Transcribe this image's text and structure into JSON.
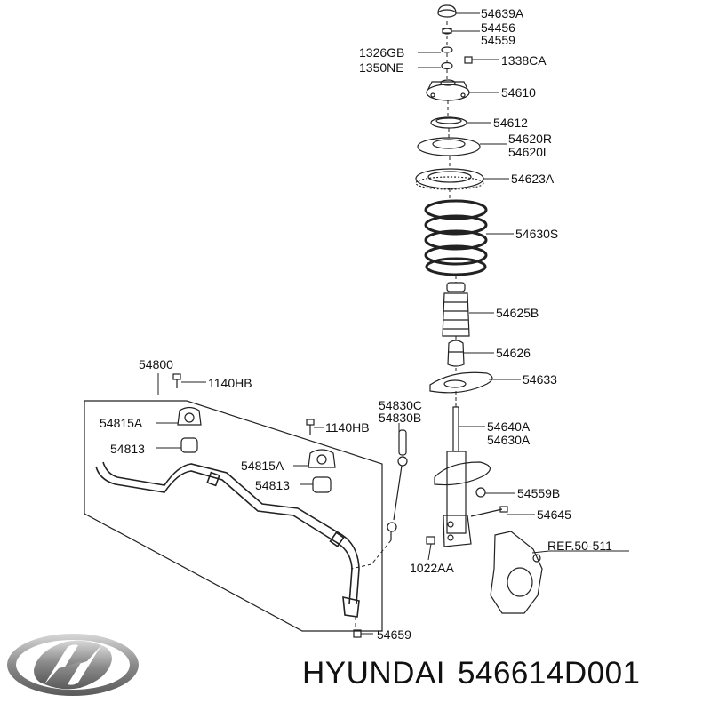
{
  "brand": {
    "name": "HYUNDAI",
    "part_number": "546614D001",
    "logo_icon": "hyundai-logo-icon"
  },
  "parts": [
    {
      "id": "p1",
      "label": "54639A"
    },
    {
      "id": "p2",
      "label": "54456"
    },
    {
      "id": "p3",
      "label": "54559"
    },
    {
      "id": "p4",
      "label": "1326GB"
    },
    {
      "id": "p5",
      "label": "1350NE"
    },
    {
      "id": "p6",
      "label": "1338CA"
    },
    {
      "id": "p7",
      "label": "54610"
    },
    {
      "id": "p8",
      "label": "54612"
    },
    {
      "id": "p9",
      "label": "54620R"
    },
    {
      "id": "p10",
      "label": "54620L"
    },
    {
      "id": "p11",
      "label": "54623A"
    },
    {
      "id": "p12",
      "label": "54630S"
    },
    {
      "id": "p13",
      "label": "54625B"
    },
    {
      "id": "p14",
      "label": "54626"
    },
    {
      "id": "p15",
      "label": "54633"
    },
    {
      "id": "p16",
      "label": "54800"
    },
    {
      "id": "p17",
      "label": "1140HB"
    },
    {
      "id": "p18",
      "label": "54815A"
    },
    {
      "id": "p19",
      "label": "54813"
    },
    {
      "id": "p20",
      "label": "54830C"
    },
    {
      "id": "p21",
      "label": "54830B"
    },
    {
      "id": "p22",
      "label": "1140HB"
    },
    {
      "id": "p23",
      "label": "54640A"
    },
    {
      "id": "p24",
      "label": "54630A"
    },
    {
      "id": "p25",
      "label": "54815A"
    },
    {
      "id": "p26",
      "label": "54813"
    },
    {
      "id": "p27",
      "label": "54559B"
    },
    {
      "id": "p28",
      "label": "54645"
    },
    {
      "id": "p29",
      "label": "REF.50-511"
    },
    {
      "id": "p30",
      "label": "1022AA"
    },
    {
      "id": "p31",
      "label": "54659"
    }
  ]
}
